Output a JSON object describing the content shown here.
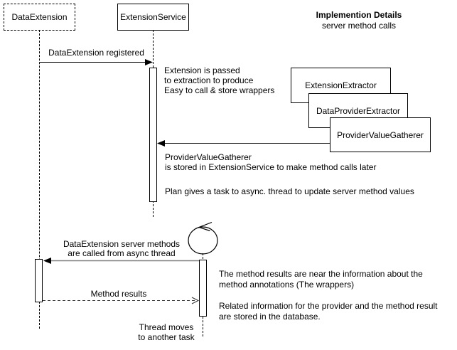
{
  "header": {
    "title": "Implemention Details",
    "subtitle": "server method calls"
  },
  "actors": {
    "data_extension": "DataExtension",
    "extension_service": "ExtensionService"
  },
  "class_boxes": {
    "extension_extractor": "ExtensionExtractor",
    "data_provider_extractor": "DataProviderExtractor",
    "provider_value_gatherer": "ProviderValueGatherer"
  },
  "messages": {
    "register": "DataExtension registered",
    "async_call": "DataExtension server methods\nare called from async thread",
    "method_results": "Method results"
  },
  "notes": {
    "extraction": "Extension is passed\nto extraction to produce\nEasy to call & store wrappers",
    "stored": "ProviderValueGatherer\nis stored in ExtensionService to make method calls later",
    "plan": "Plan gives a task to async. thread to update server method values",
    "results": "The method results are near the information about the\nmethod annotations (The wrappers)\n\nRelated information for the provider and the method result\nare stored in the database.",
    "thread_moves": "Thread moves\nto another task"
  },
  "colors": {
    "line": "#000000",
    "gray_line": "#808080",
    "background": "#ffffff"
  }
}
